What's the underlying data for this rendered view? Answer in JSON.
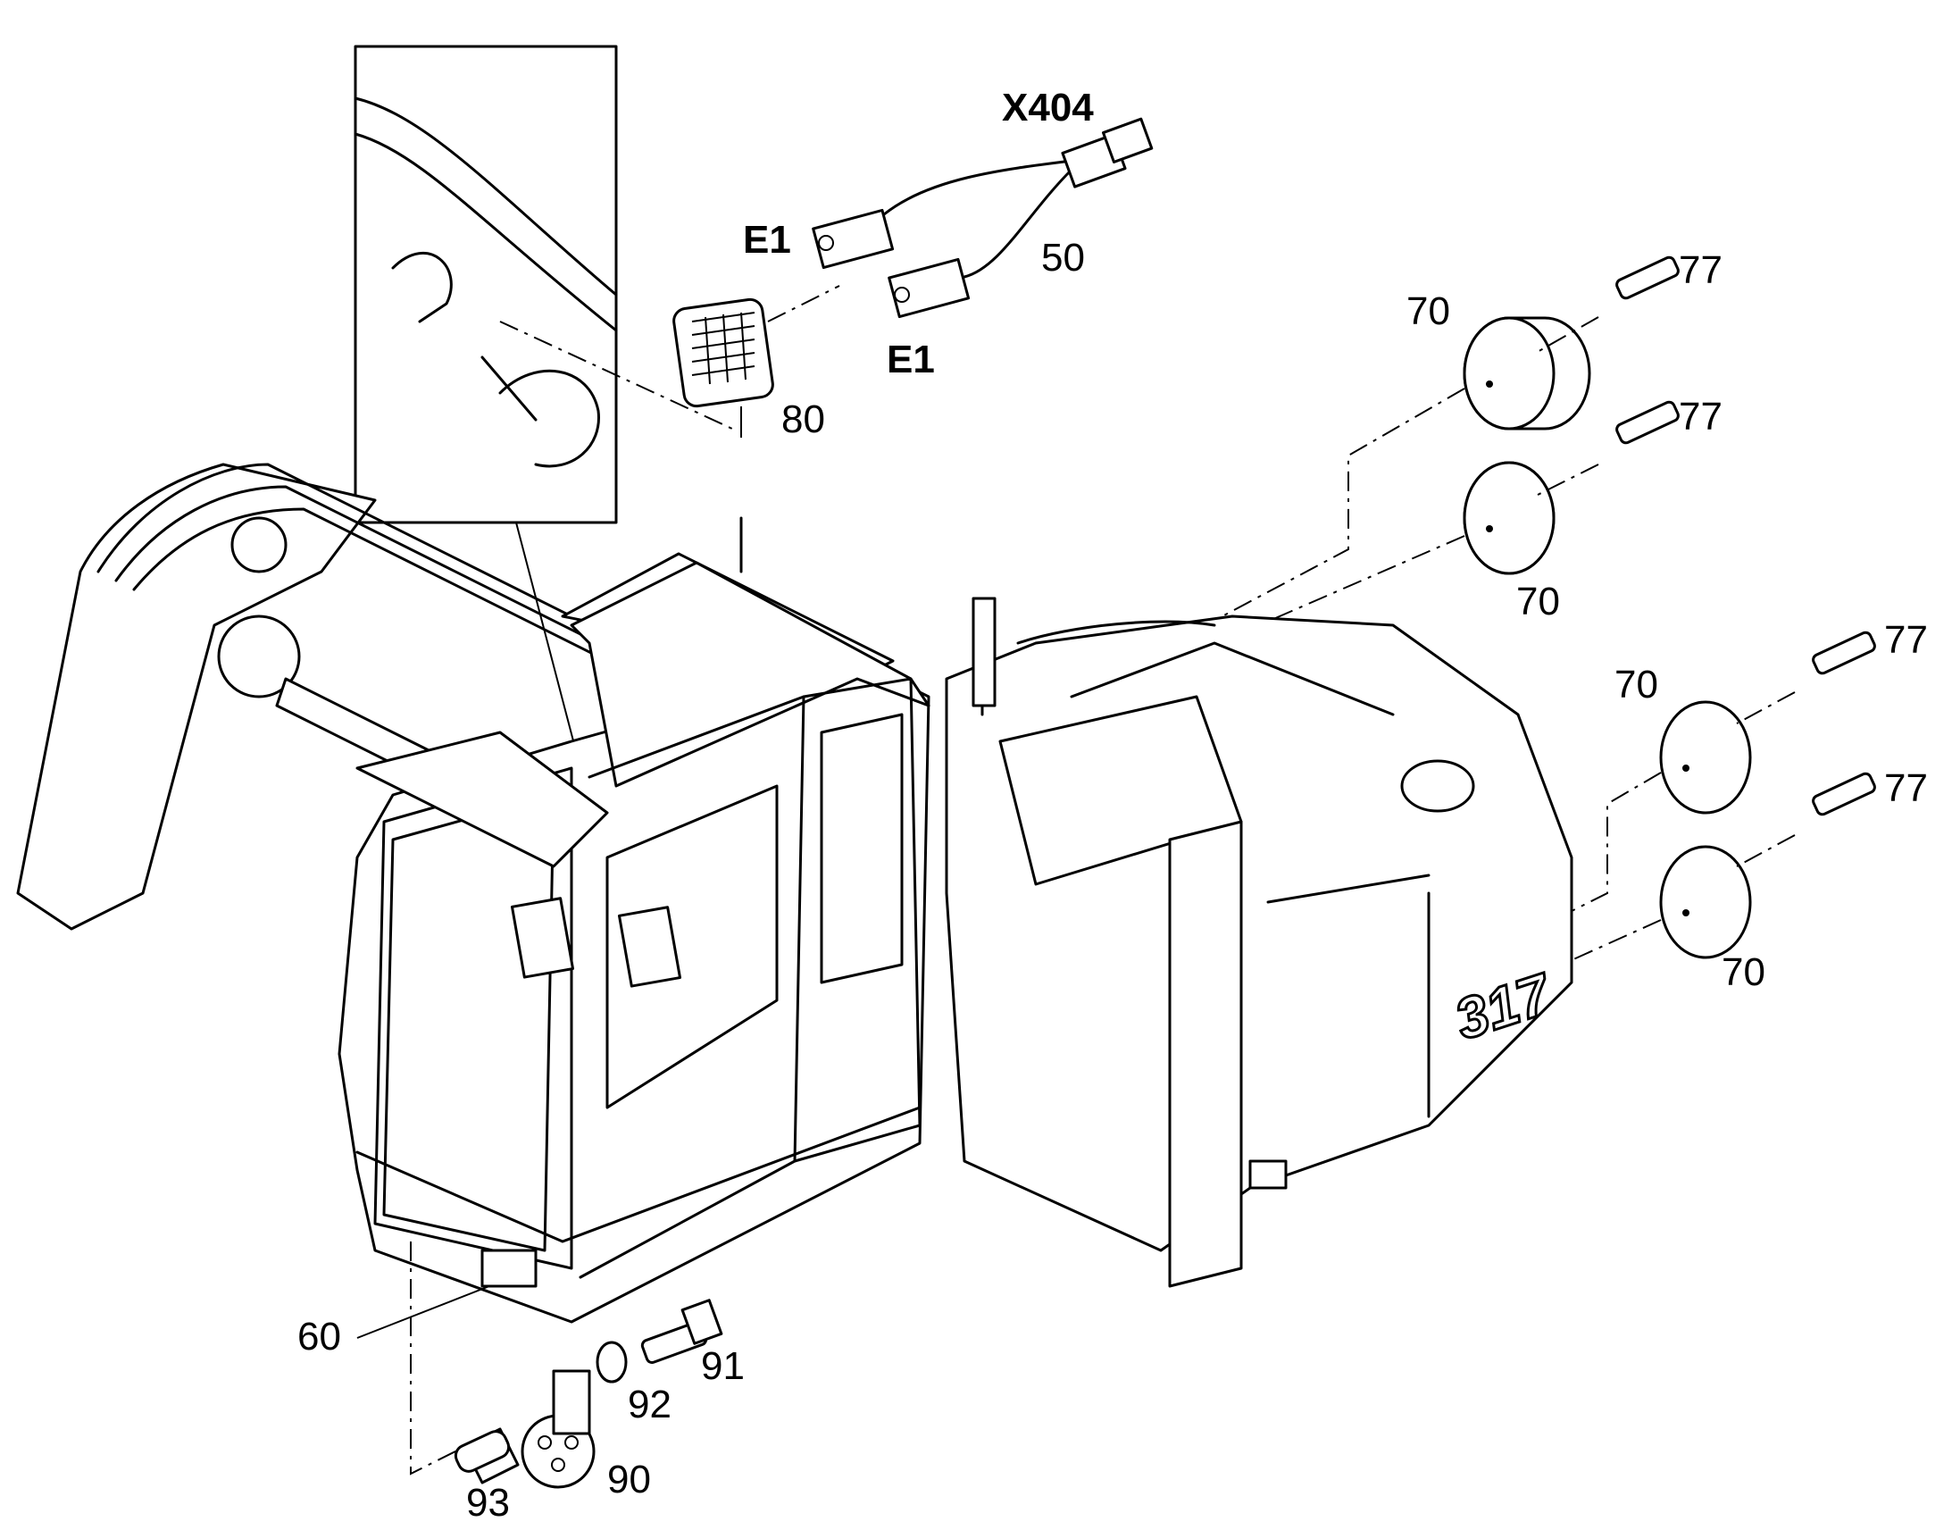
{
  "callouts": {
    "x404": "X404",
    "e1_top": "E1",
    "e1_bottom": "E1",
    "c50": "50",
    "c80": "80",
    "c70_a": "70",
    "c70_b": "70",
    "c70_c": "70",
    "c70_d": "70",
    "c77_a": "77",
    "c77_b": "77",
    "c77_c": "77",
    "c77_d": "77",
    "c60": "60",
    "c91": "91",
    "c92": "92",
    "c93": "93",
    "c90": "90"
  },
  "model_badge": "317"
}
